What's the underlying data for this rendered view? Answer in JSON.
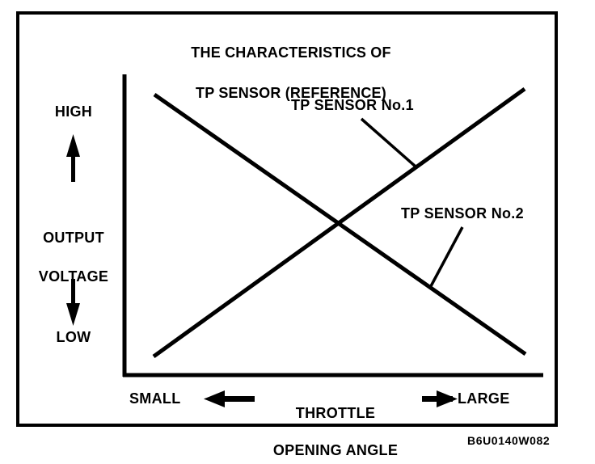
{
  "figure": {
    "title_line1": "THE CHARACTERISTICS OF",
    "title_line2": "TP SENSOR (REFERENCE)",
    "reference_code": "B6U0140W082",
    "frame_color": "#000000",
    "background_color": "#ffffff",
    "line_color": "#000000"
  },
  "axes": {
    "y_axis": {
      "title_line1": "OUTPUT",
      "title_line2": "VOLTAGE",
      "high_label": "HIGH",
      "low_label": "LOW",
      "up_arrow_icon": "arrow-up-icon",
      "down_arrow_icon": "arrow-down-icon"
    },
    "x_axis": {
      "title_line1": "THROTTLE",
      "title_line2": "OPENING ANGLE",
      "small_label": "SMALL",
      "large_label": "LARGE",
      "left_arrow_icon": "arrow-left-icon",
      "right_arrow_icon": "arrow-right-icon"
    }
  },
  "annotations": [
    {
      "label": "TP SENSOR No.1",
      "target": "ascending-line"
    },
    {
      "label": "TP SENSOR No.2",
      "target": "descending-line"
    }
  ],
  "chart_data": {
    "type": "line",
    "title": "THE CHARACTERISTICS OF TP SENSOR (REFERENCE)",
    "xlabel": "THROTTLE OPENING ANGLE",
    "ylabel": "OUTPUT VOLTAGE",
    "xlim": [
      0,
      100
    ],
    "ylim": [
      0,
      100
    ],
    "x_tick_labels": [
      "SMALL",
      "LARGE"
    ],
    "y_tick_labels": [
      "LOW",
      "HIGH"
    ],
    "grid": false,
    "legend": "inline-annotations",
    "x": [
      7,
      100
    ],
    "series": [
      {
        "name": "TP SENSOR No.1",
        "values": [
          7,
          95
        ],
        "trend": "increasing",
        "note": "output voltage rises as throttle opening angle increases"
      },
      {
        "name": "TP SENSOR No.2",
        "values": [
          93,
          7
        ],
        "trend": "decreasing",
        "note": "output voltage falls as throttle opening angle increases"
      }
    ],
    "intersection": {
      "x": 51,
      "y": 51
    }
  }
}
